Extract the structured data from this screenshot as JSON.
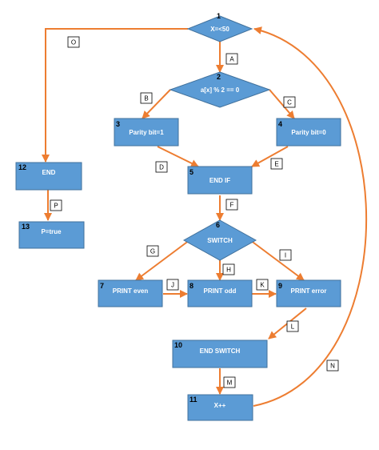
{
  "nodes": [
    {
      "id": "n1",
      "number": "1",
      "label": "X=<50"
    },
    {
      "id": "n2",
      "number": "2",
      "label": "a[x] % 2 == 0"
    },
    {
      "id": "n3",
      "number": "3",
      "label": "Parity bit=1"
    },
    {
      "id": "n4",
      "number": "4",
      "label": "Parity bit=0"
    },
    {
      "id": "n5",
      "number": "5",
      "label": "END IF"
    },
    {
      "id": "n6",
      "number": "6",
      "label": "SWITCH"
    },
    {
      "id": "n7",
      "number": "7",
      "label": "PRINT even"
    },
    {
      "id": "n8",
      "number": "8",
      "label": "PRINT odd"
    },
    {
      "id": "n9",
      "number": "9",
      "label": "PRINT error"
    },
    {
      "id": "n10",
      "number": "10",
      "label": "END SWITCH"
    },
    {
      "id": "n11",
      "number": "11",
      "label": "X++"
    },
    {
      "id": "n12",
      "number": "12",
      "label": "END"
    },
    {
      "id": "n13",
      "number": "13",
      "label": "P=true"
    }
  ],
  "edges": [
    {
      "id": "eA",
      "label": "A"
    },
    {
      "id": "eB",
      "label": "B"
    },
    {
      "id": "eC",
      "label": "C"
    },
    {
      "id": "eD",
      "label": "D"
    },
    {
      "id": "eE",
      "label": "E"
    },
    {
      "id": "eF",
      "label": "F"
    },
    {
      "id": "eG",
      "label": "G"
    },
    {
      "id": "eH",
      "label": "H"
    },
    {
      "id": "eI",
      "label": "I"
    },
    {
      "id": "eJ",
      "label": "J"
    },
    {
      "id": "eK",
      "label": "K"
    },
    {
      "id": "eL",
      "label": "L"
    },
    {
      "id": "eM",
      "label": "M"
    },
    {
      "id": "eN",
      "label": "N"
    },
    {
      "id": "eO",
      "label": "O"
    },
    {
      "id": "eP",
      "label": "P"
    }
  ],
  "colors": {
    "node_fill": "#5b9bd5",
    "node_stroke": "#41719c",
    "edge": "#ed7d31",
    "background": "#ffffff"
  }
}
